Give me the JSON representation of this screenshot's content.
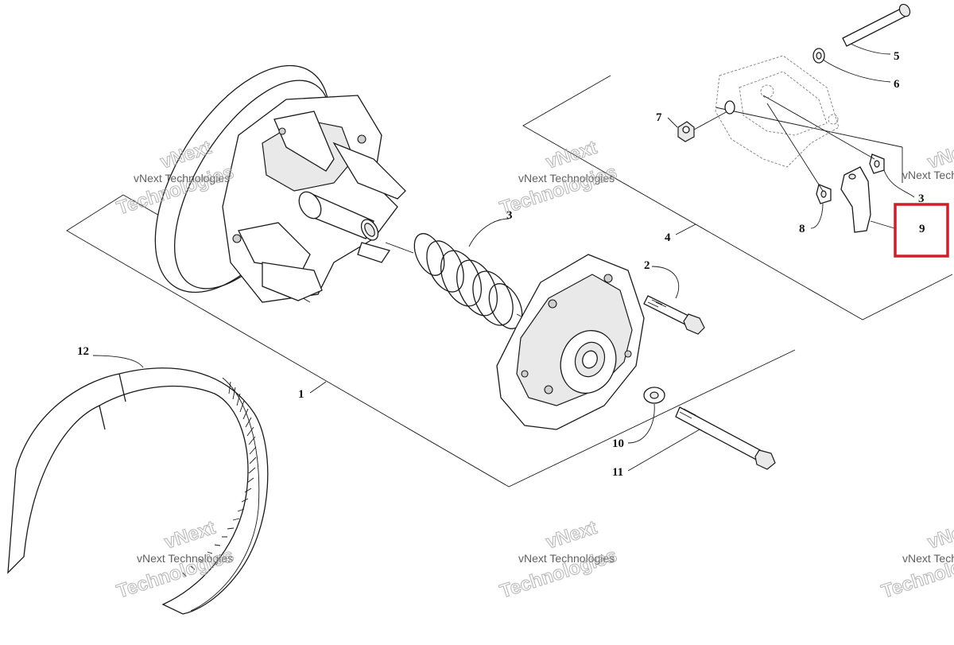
{
  "diagram": {
    "callouts": [
      {
        "id": "1",
        "label": "1"
      },
      {
        "id": "2",
        "label": "2"
      },
      {
        "id": "3",
        "label": "3"
      },
      {
        "id": "4",
        "label": "4"
      },
      {
        "id": "5",
        "label": "5"
      },
      {
        "id": "6",
        "label": "6"
      },
      {
        "id": "7",
        "label": "7"
      },
      {
        "id": "8",
        "label": "8"
      },
      {
        "id": "9",
        "label": "9"
      },
      {
        "id": "10",
        "label": "10"
      },
      {
        "id": "11",
        "label": "11"
      },
      {
        "id": "12",
        "label": "12"
      },
      {
        "id": "3b",
        "label": "3"
      }
    ],
    "highlighted_callout": "9",
    "highlight_color": "#d11f2a"
  },
  "watermark": {
    "line1": "vNext Technologies",
    "line2": "vNext",
    "line3": "Technologies"
  }
}
